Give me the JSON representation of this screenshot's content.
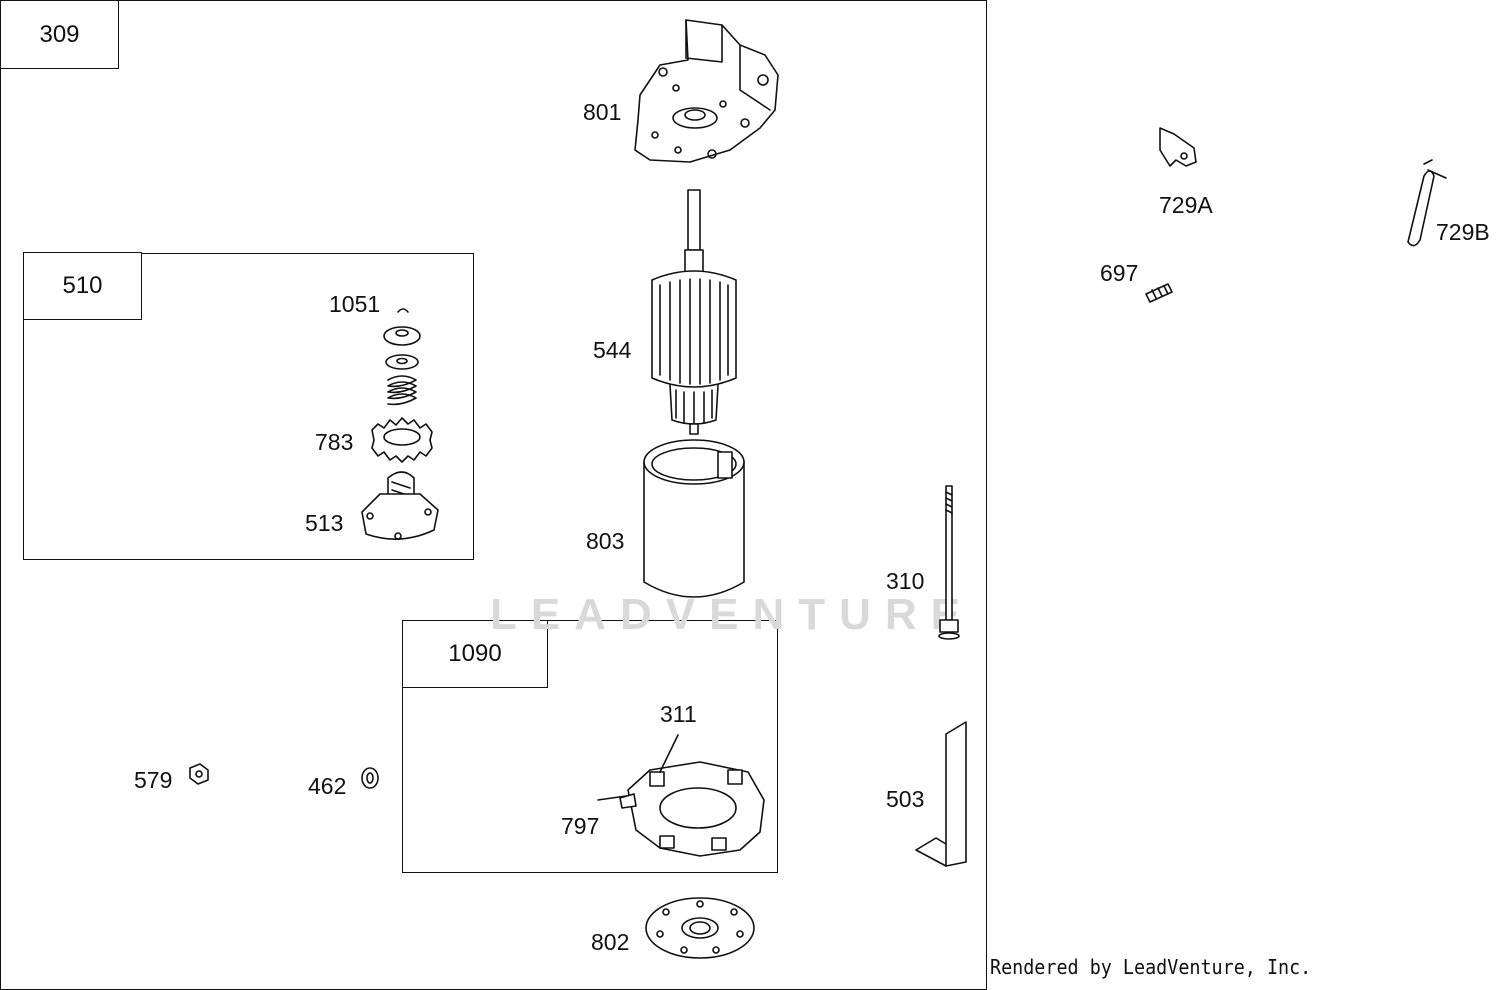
{
  "diagram": {
    "main_group": "309",
    "boxes": {
      "box510": "510",
      "box1090": "1090"
    },
    "watermark": "LEADVENTURE",
    "credit": "Rendered by LeadVenture, Inc.",
    "labels": {
      "p801": "801",
      "p544": "544",
      "p803": "803",
      "p802": "802",
      "p1051": "1051",
      "p783": "783",
      "p513": "513",
      "p311": "311",
      "p797": "797",
      "p310": "310",
      "p503": "503",
      "p579": "579",
      "p462": "462",
      "p729a": "729A",
      "p729b": "729B",
      "p697": "697"
    }
  }
}
